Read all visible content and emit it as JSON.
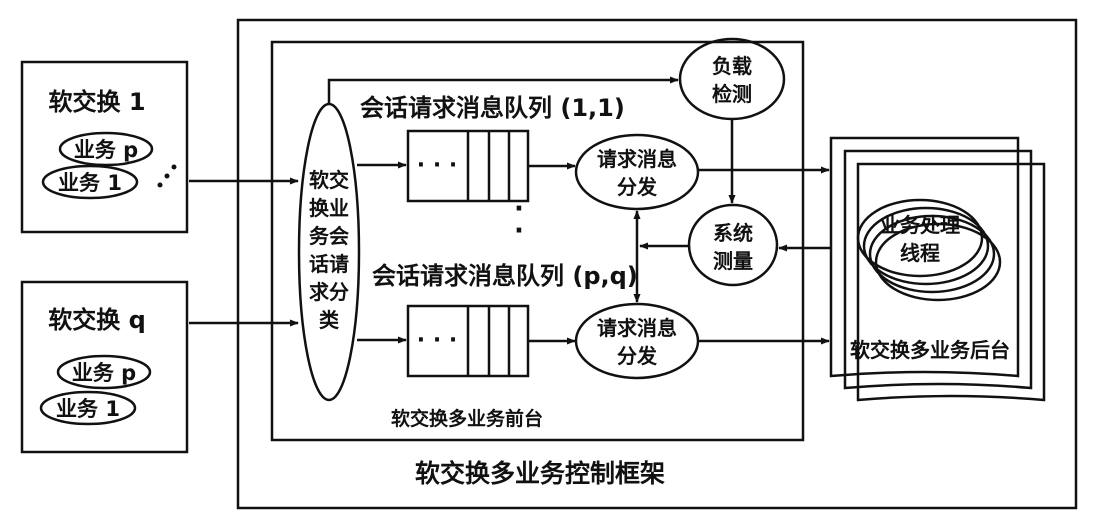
{
  "softswitches": [
    {
      "title": "软交换 1",
      "service_p": "业务 p",
      "service_1": "业务 1"
    },
    {
      "title": "软交换 q",
      "service_p": "业务 p",
      "service_1": "业务 1"
    }
  ],
  "classifier": {
    "lines": [
      "软交",
      "换业",
      "务会",
      "话请",
      "求分",
      "类"
    ]
  },
  "queues": {
    "queue_top_label": "会话请求消息队列 (1,1)",
    "queue_bottom_label": "会话请求消息队列 (p,q)",
    "queue_dots": "· · ·",
    "vertical_dots": "·"
  },
  "dispatch": {
    "line1": "请求消息",
    "line2": "分发"
  },
  "load_detect": {
    "line1": "负载",
    "line2": "检测"
  },
  "system_measure": {
    "line1": "系统",
    "line2": "测量"
  },
  "backend": {
    "thread_line1": "业务处理",
    "thread_line2": "线程",
    "label": "软交换多业务后台"
  },
  "frontend_label": "软交换多业务前台",
  "framework_label": "软交换多业务控制框架"
}
